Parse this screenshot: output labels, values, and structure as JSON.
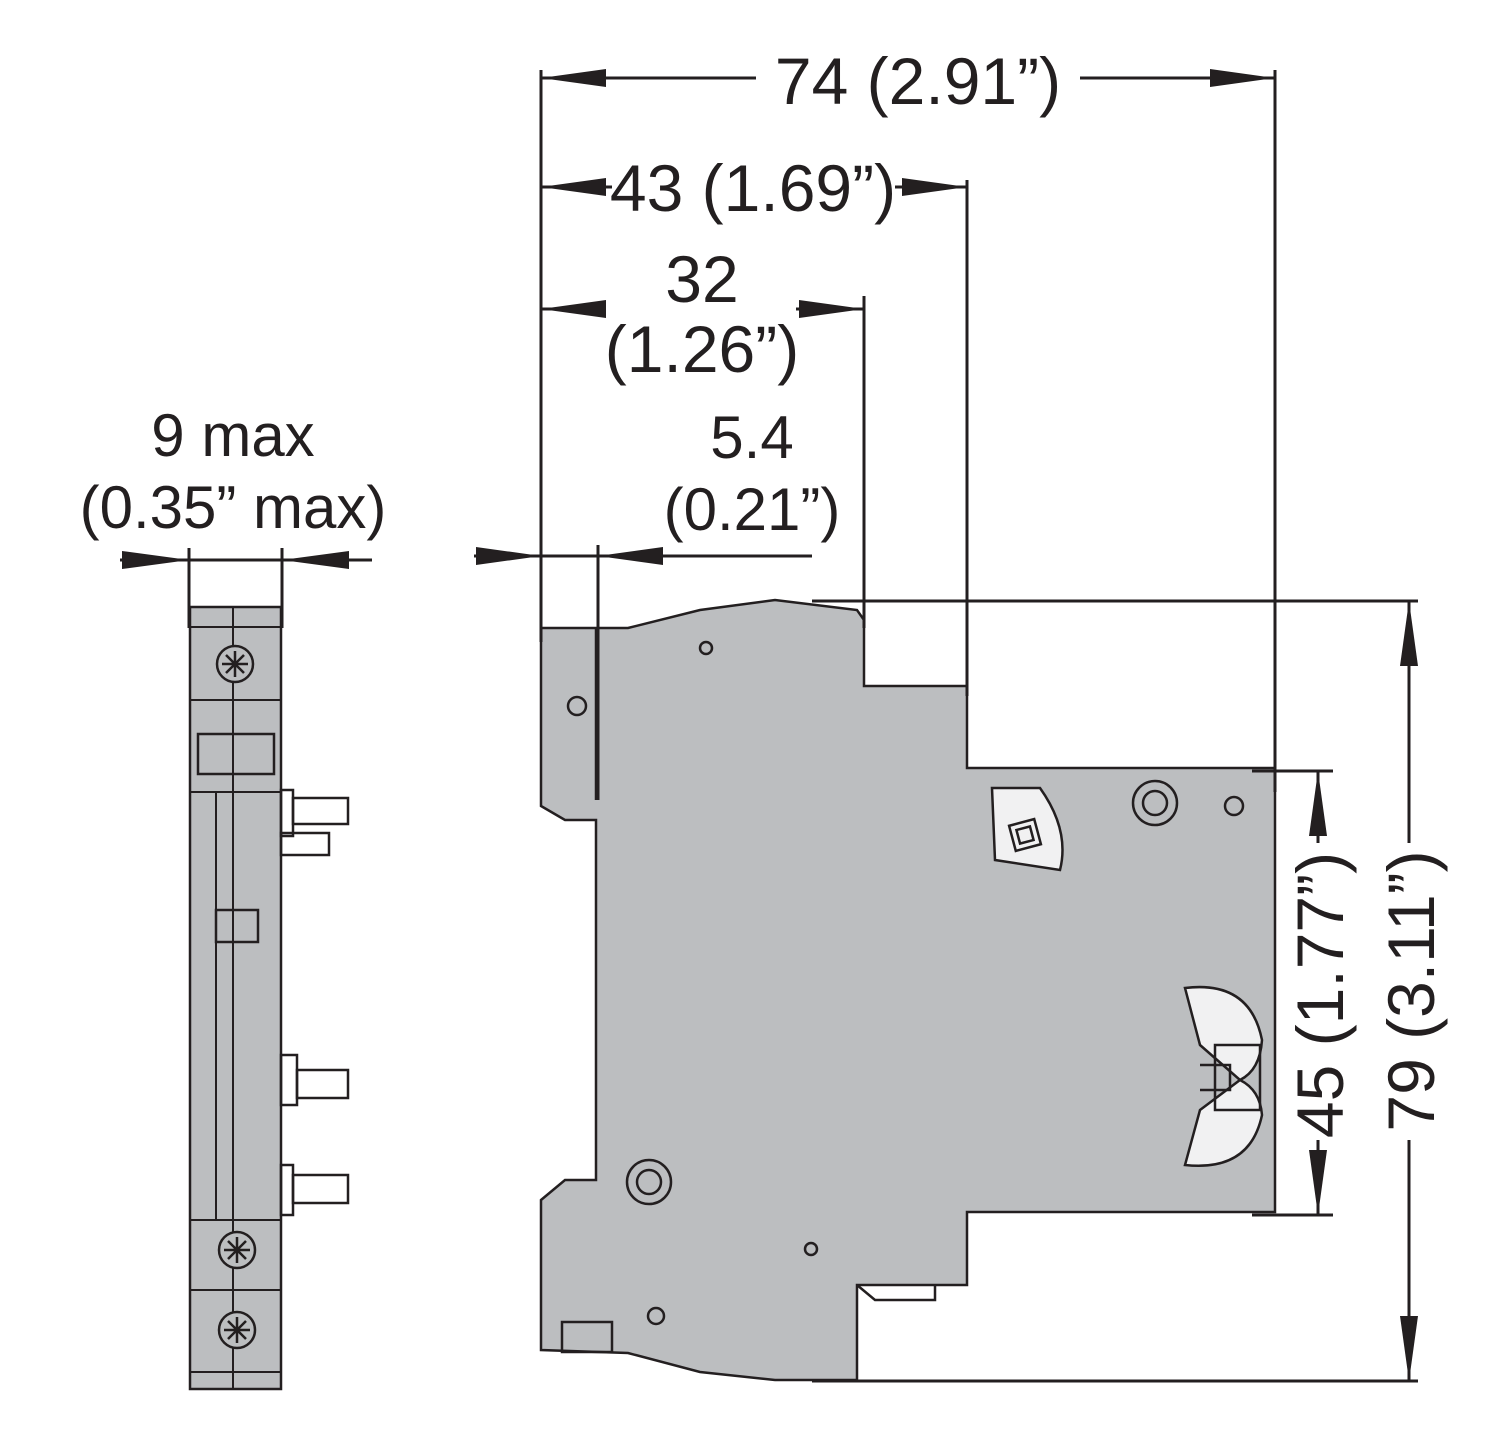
{
  "dimensions": {
    "width_74": {
      "value": "74 (2.91”)"
    },
    "width_43": {
      "value": "43 (1.69”)"
    },
    "width_32": {
      "value": "32",
      "inch": "(1.26”)"
    },
    "width_5_4": {
      "value": "5.4",
      "inch": "(0.21”)"
    },
    "width_9": {
      "value": "9 max",
      "inch": "(0.35” max)"
    },
    "height_45": {
      "value": "45 (1.77”)"
    },
    "height_79": {
      "value": "79 (3.11”)"
    }
  },
  "colors": {
    "body": "#bcbec0",
    "line": "#231f20",
    "highlight": "#f1f1f2"
  },
  "views": [
    "side-view",
    "front-view"
  ]
}
